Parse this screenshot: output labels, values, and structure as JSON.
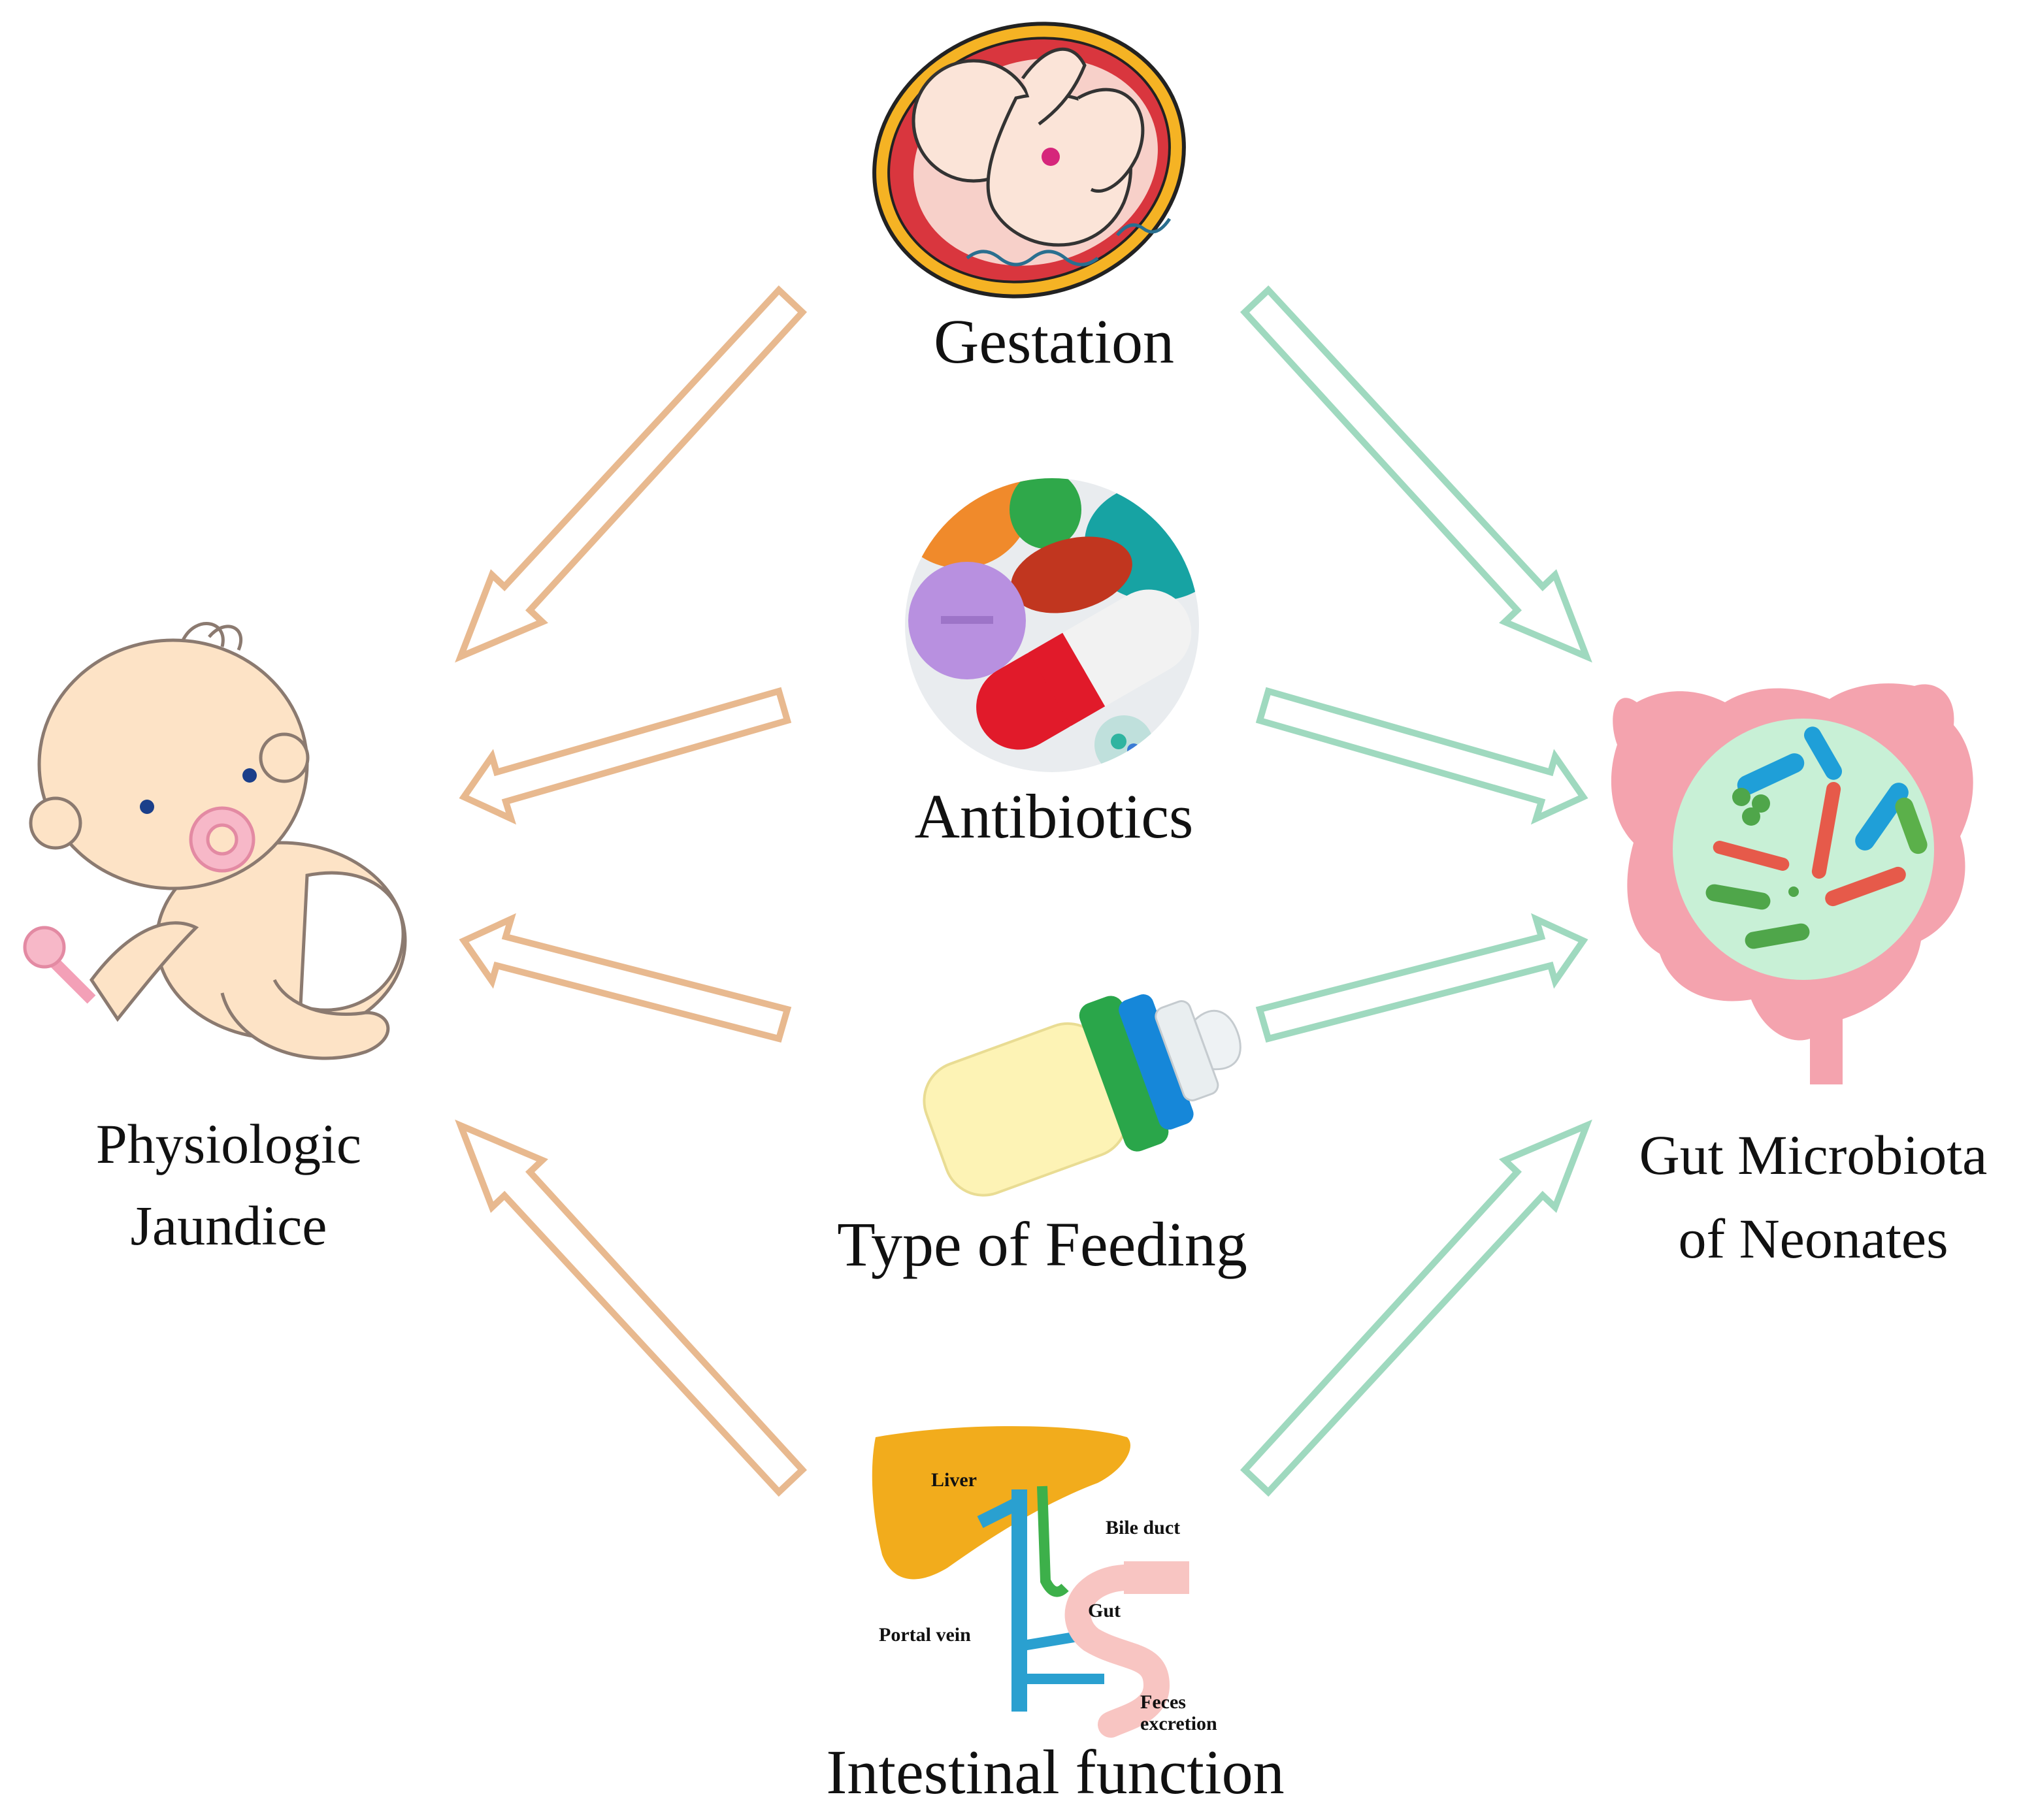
{
  "diagram": {
    "factors": {
      "gestation": "Gestation",
      "antibiotics": "Antibiotics",
      "feeding": "Type of Feeding",
      "intestinal": "Intestinal function"
    },
    "outcome_left": {
      "line1": "Physiologic",
      "line2": "Jaundice"
    },
    "outcome_right": {
      "line1": "Gut Microbiota",
      "line2": "of Neonates"
    },
    "liver_labels": {
      "liver": "Liver",
      "bile_duct": "Bile duct",
      "gut": "Gut",
      "portal_vein": "Portal vein",
      "feces_1": "Feces",
      "feces_2": "excretion"
    },
    "colors": {
      "left_arrows": "#e8b98f",
      "right_arrows": "#9fd9bf"
    }
  }
}
